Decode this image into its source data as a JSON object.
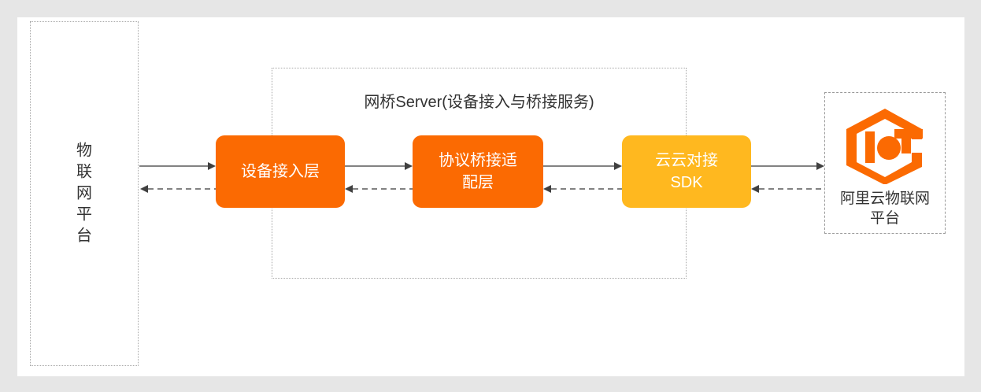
{
  "canvas": {
    "background": "#ffffff",
    "page_background": "#e6e6e6"
  },
  "left_platform": {
    "label": "物\n联\n网\n平\n台",
    "border_style": "dotted"
  },
  "bridge_server": {
    "title": "网桥Server(设备接入与桥接服务)",
    "border_style": "dotted",
    "nodes": [
      {
        "id": "device-access-layer",
        "label": "设备接入层",
        "color": "#fb6a02"
      },
      {
        "id": "protocol-bridge-adapter-layer",
        "label": "协议桥接适\n配层",
        "color": "#fb6a02"
      },
      {
        "id": "cloud-to-cloud-sdk",
        "label": "云云对接\nSDK",
        "color": "#ffb81f"
      }
    ]
  },
  "right_platform": {
    "label": "阿里云物联网\n平台",
    "logo": "iot-hexagon-logo",
    "logo_color": "#fb6a02",
    "border_style": "dashed"
  },
  "connectors": {
    "forward_style": "solid",
    "return_style": "dashed",
    "line_color": "#595959",
    "arrow_color": "#404040",
    "links": [
      {
        "id": "platform-to-access",
        "direction": "right",
        "style": "solid"
      },
      {
        "id": "access-to-platform",
        "direction": "left",
        "style": "dashed"
      },
      {
        "id": "access-to-adapter",
        "direction": "right",
        "style": "solid"
      },
      {
        "id": "adapter-to-access",
        "direction": "left",
        "style": "dashed"
      },
      {
        "id": "adapter-to-sdk",
        "direction": "right",
        "style": "solid"
      },
      {
        "id": "sdk-to-adapter",
        "direction": "left",
        "style": "dashed"
      },
      {
        "id": "sdk-to-aliyun",
        "direction": "right",
        "style": "solid"
      },
      {
        "id": "aliyun-to-sdk",
        "direction": "left",
        "style": "dashed"
      }
    ]
  }
}
